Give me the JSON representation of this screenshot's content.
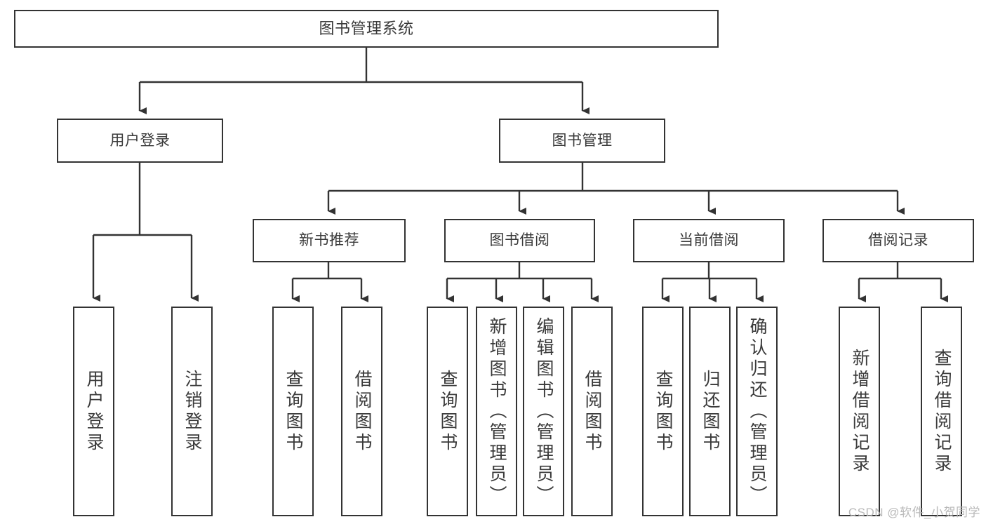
{
  "diagram": {
    "title": "图书管理系统",
    "type": "tree-hierarchy-chart",
    "watermark": "CSDN @软件_小贺同学",
    "colors": {
      "box_border": "#333333",
      "box_fill": "#ffffff",
      "text": "#3a3a3a",
      "edge": "#333333",
      "watermark": "#b9b9b9",
      "background": "#ffffff"
    }
  },
  "nodes": {
    "root": {
      "label": "图书管理系统"
    },
    "level2": [
      {
        "label": "用户登录"
      },
      {
        "label": "图书管理"
      }
    ],
    "level3": [
      {
        "label": "新书推荐"
      },
      {
        "label": "图书借阅"
      },
      {
        "label": "当前借阅"
      },
      {
        "label": "借阅记录"
      }
    ],
    "leaves": {
      "user_login": [
        {
          "label": "用户登录"
        },
        {
          "label": "注销登录"
        }
      ],
      "new_book_recommend": [
        {
          "label": "查询图书"
        },
        {
          "label": "借阅图书"
        }
      ],
      "book_borrow": [
        {
          "label": "查询图书"
        },
        {
          "label": "新增图书（管理员）"
        },
        {
          "label": "编辑图书（管理员）"
        },
        {
          "label": "借阅图书"
        }
      ],
      "current_borrow": [
        {
          "label": "查询图书"
        },
        {
          "label": "归还图书"
        },
        {
          "label": "确认归还（管理员）"
        }
      ],
      "borrow_record": [
        {
          "label": "新增借阅记录"
        },
        {
          "label": "查询借阅记录"
        }
      ]
    }
  }
}
